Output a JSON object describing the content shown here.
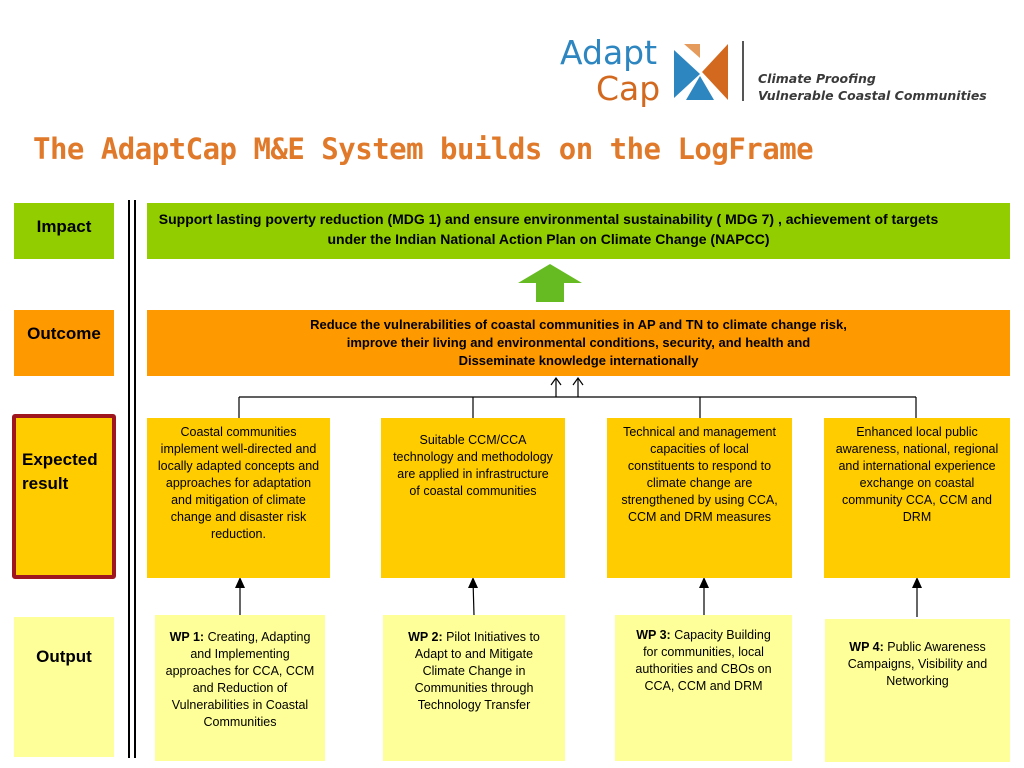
{
  "logo": {
    "word1": "Adapt",
    "word2": "Cap",
    "tagline_line1": "Climate Proofing",
    "tagline_line2": "Vulnerable Coastal Communities"
  },
  "title": "The AdaptCap M&E System builds on the LogFrame",
  "rows": {
    "impact": "Impact",
    "outcome": "Outcome",
    "expected": "Expected result",
    "output": "Output"
  },
  "impact_text": "Support lasting poverty reduction (MDG 1) and ensure environmental sustainability ( MDG 7) , achievement of targets under the Indian National Action Plan on Climate Change (NAPCC)",
  "outcome_text": {
    "line1": "Reduce the vulnerabilities of coastal communities in AP and TN to climate change risk,",
    "line2": "improve their living and environmental conditions, security, and health and",
    "line3": "Disseminate knowledge internationally"
  },
  "expected_results": [
    "Coastal communities implement well-directed and locally adapted concepts and approaches for adaptation and mitigation of climate change and disaster risk reduction.",
    "Suitable CCM/CCA technology and methodology are applied in infrastructure of coastal communities",
    "Technical and management capacities of local constituents to respond to climate change are strengthened by using CCA, CCM and DRM measures",
    "Enhanced local public awareness, national, regional and international experience exchange on coastal community CCA, CCM and DRM"
  ],
  "outputs": [
    {
      "wp": "WP 1:",
      "text": "Creating, Adapting and Implementing approaches for CCA, CCM and Reduction of Vulnerabilities in Coastal Communities"
    },
    {
      "wp": "WP 2:",
      "text": "Pilot Initiatives to Adapt to and Mitigate Climate Change in Communities through Technology Transfer"
    },
    {
      "wp": "WP 3:",
      "text": "Capacity Building  for communities, local authorities and CBOs on CCA, CCM and DRM"
    },
    {
      "wp": "WP 4:",
      "text": "Public Awareness Campaigns, Visibility and Networking"
    }
  ],
  "colors": {
    "impact": "#92cd00",
    "outcome": "#ff9900",
    "expected": "#ffcc00",
    "output": "#ffff99",
    "title": "#e07a2a",
    "highlight_border": "#a0161e",
    "logo_blue": "#2e86c1",
    "logo_orange": "#d2691e"
  }
}
